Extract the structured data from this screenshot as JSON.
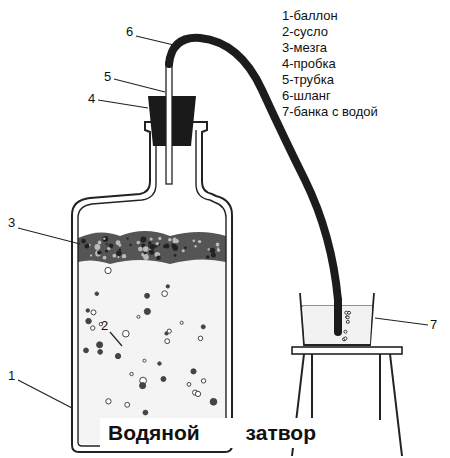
{
  "diagram": {
    "caption": "Водяной затвор",
    "labels": [
      "1-баллон",
      "2-сусло",
      "3-мезга",
      "4-пробка",
      "5-трубка",
      "6-шланг",
      "7-банка с водой",
      "1",
      "2",
      "3",
      "4",
      "5",
      "6",
      "7"
    ]
  }
}
